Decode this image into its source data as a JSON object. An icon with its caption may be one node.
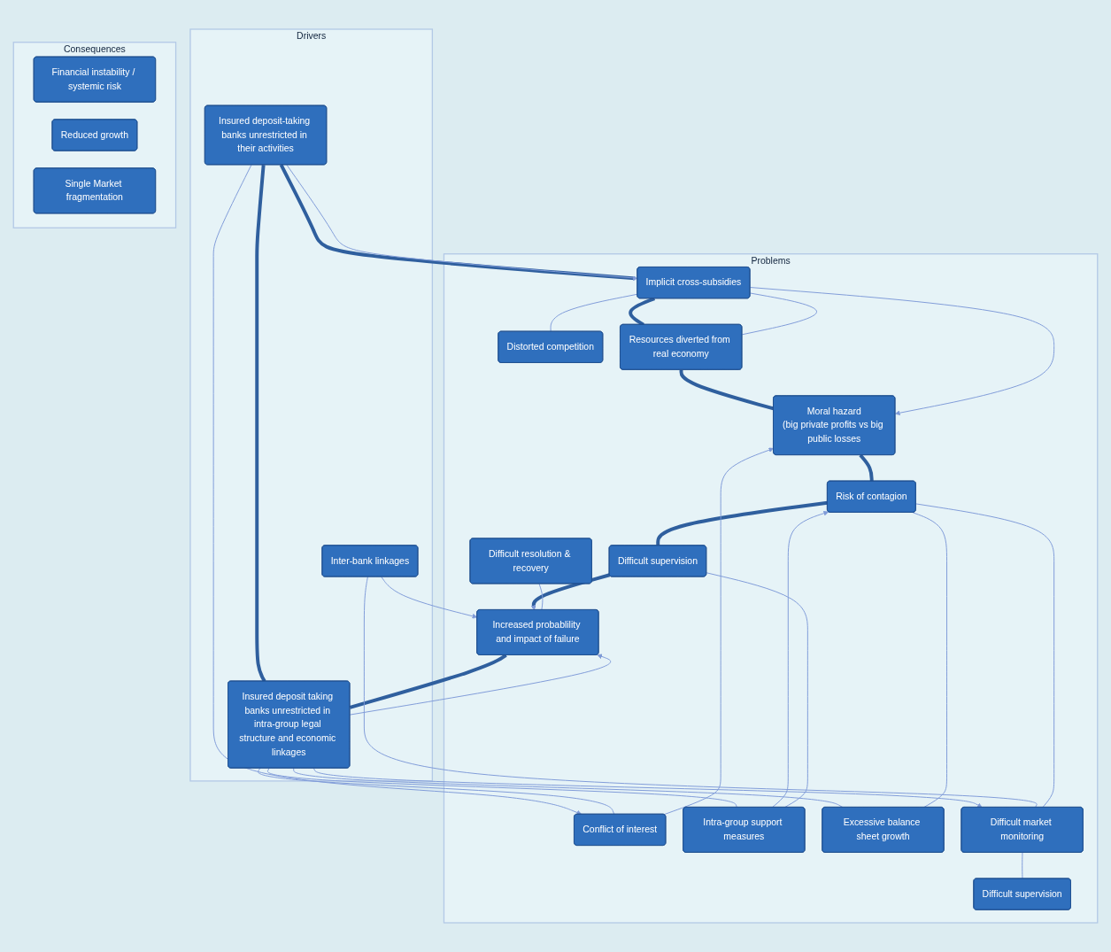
{
  "diagram": {
    "nodes": [
      {
        "text": [
          "Drivers"
        ]
      },
      {
        "text": [
          "Insured deposit-taking banks unrestricted in their activities"
        ],
        "in": 0
      },
      {
        "text": [
          "Insured deposit taking banks unrestricted in intra-group legal structure and economic linkages"
        ],
        "in": 0
      },
      {
        "text": [
          "Inter-bank linkages"
        ],
        "in": 0
      },
      {
        "text": [
          "Problems"
        ]
      },
      {
        "text": [
          "Implicit cross-subsidies"
        ],
        "in": 4
      },
      {
        "text": [
          "Distorted competition"
        ],
        "in": 4
      },
      {
        "text": [
          "Resources diverted from real economy"
        ],
        "in": 4
      },
      {
        "text": [
          "Conflict of interest"
        ],
        "in": 4
      },
      {
        "text": [
          "Moral hazard",
          "(big private profits vs big public losses"
        ],
        "in": 4
      },
      {
        "text": [
          "Intra-group support measures"
        ],
        "in": 4
      },
      {
        "text": [
          "Risk of contagion"
        ],
        "in": 4
      },
      {
        "text": [
          "Excessive balance sheet growth"
        ],
        "in": 4
      },
      {
        "text": [
          "Difficult supervision"
        ],
        "in": 4
      },
      {
        "text": [
          "Increased probablility and impact of failure"
        ],
        "in": 4
      },
      {
        "text": [
          "Difficult resolution & recovery"
        ],
        "in": 4
      },
      {
        "text": [
          "Difficult market monitoring"
        ],
        "in": 4
      },
      {
        "text": [
          "Difficult supervision"
        ],
        "in": 4
      },
      {
        "text": [
          "Consequences"
        ]
      },
      {
        "text": [
          "Financial instability / systemic risk"
        ],
        "in": 18
      },
      {
        "text": [
          "Reduced growth"
        ],
        "in": 18
      },
      {
        "text": [
          "Single Market fragmentation"
        ],
        "in": 18
      }
    ],
    "edges": [
      {
        "from": 1,
        "to": 5,
        "arrow": "to",
        "style": "thick",
        "color": "#2f5f9e"
      },
      {
        "from": 5,
        "to": 7,
        "arrow": "none",
        "style": "thick",
        "color": "#2f5f9e"
      },
      {
        "from": 7,
        "to": 9,
        "arrow": "none",
        "style": "thick",
        "color": "#2f5f9e"
      },
      {
        "from": 9,
        "to": 11,
        "arrow": "none",
        "style": "thick",
        "color": "#2f5f9e"
      },
      {
        "from": 11,
        "to": 13,
        "arrow": "none",
        "style": "thick",
        "color": "#2f5f9e"
      },
      {
        "from": 13,
        "to": 14,
        "arrow": "to",
        "style": "thick",
        "color": "#2f5f9e"
      },
      {
        "from": 14,
        "to": 2,
        "arrow": "none",
        "style": "thick",
        "color": "#2f5f9e"
      },
      {
        "from": 2,
        "to": 1,
        "arrow": "none",
        "style": "thick",
        "color": "#2f5f9e"
      },
      {
        "from": 1,
        "to": 5,
        "arrow": "none"
      },
      {
        "from": 1,
        "to": 8,
        "arrow": "to"
      },
      {
        "from": 5,
        "to": 6,
        "arrow": "none"
      },
      {
        "from": 5,
        "to": 7,
        "arrow": "none"
      },
      {
        "from": 5,
        "to": 9,
        "arrow": "to"
      },
      {
        "from": 8,
        "to": 9,
        "arrow": "to"
      },
      {
        "from": 2,
        "to": 8,
        "arrow": "none"
      },
      {
        "from": 2,
        "to": 10,
        "arrow": "none"
      },
      {
        "from": 2,
        "to": 12,
        "arrow": "none"
      },
      {
        "from": 2,
        "to": 14,
        "arrow": "to"
      },
      {
        "from": 2,
        "to": 16,
        "arrow": "to"
      },
      {
        "from": 10,
        "to": 11,
        "arrow": "to"
      },
      {
        "from": 10,
        "to": 13,
        "arrow": "none"
      },
      {
        "from": 12,
        "to": 11,
        "arrow": "none"
      },
      {
        "from": 15,
        "to": 14,
        "arrow": "none"
      },
      {
        "from": 3,
        "to": 14,
        "arrow": "to"
      },
      {
        "from": 3,
        "to": 16,
        "arrow": "none"
      },
      {
        "from": 16,
        "to": 11,
        "arrow": "none"
      },
      {
        "from": 16,
        "to": 17,
        "arrow": "none"
      }
    ]
  }
}
